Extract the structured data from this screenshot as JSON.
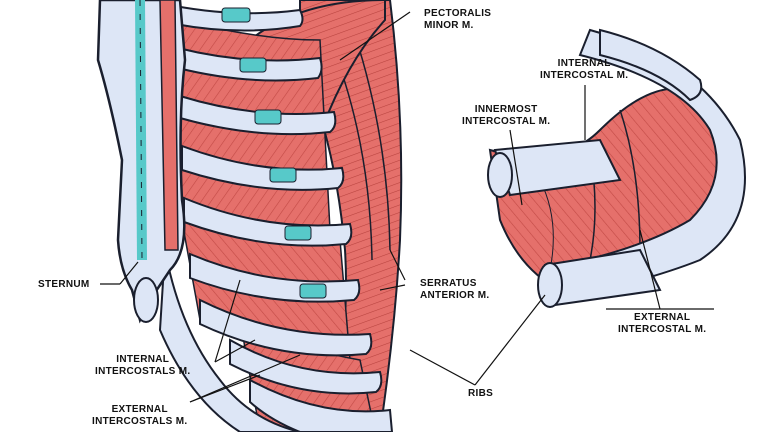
{
  "labels": {
    "pectoralis_minor": [
      "PECTORALIS",
      "MINOR M."
    ],
    "internal_intercostal_detail": [
      "INTERNAL",
      "INTERCOSTAL M."
    ],
    "innermost_intercostal": [
      "INNERMOST",
      "INTERCOSTAL M."
    ],
    "sternum": [
      "STERNUM"
    ],
    "serratus_anterior": [
      "SERRATUS",
      "ANTERIOR M."
    ],
    "external_intercostal_detail": [
      "EXTERNAL",
      "INTERCOSTAL M."
    ],
    "internal_intercostals": [
      "INTERNAL",
      "INTERCOSTALS M."
    ],
    "external_intercostals": [
      "EXTERNAL",
      "INTERCOSTALS M."
    ],
    "ribs": [
      "RIBS"
    ]
  },
  "colors": {
    "bone": "#dde6f6",
    "bone_outline": "#1a1f2e",
    "muscle": "#e5706b",
    "muscle_dark": "#b8423e",
    "cartilage": "#57c9c9",
    "leader": "#111111"
  }
}
